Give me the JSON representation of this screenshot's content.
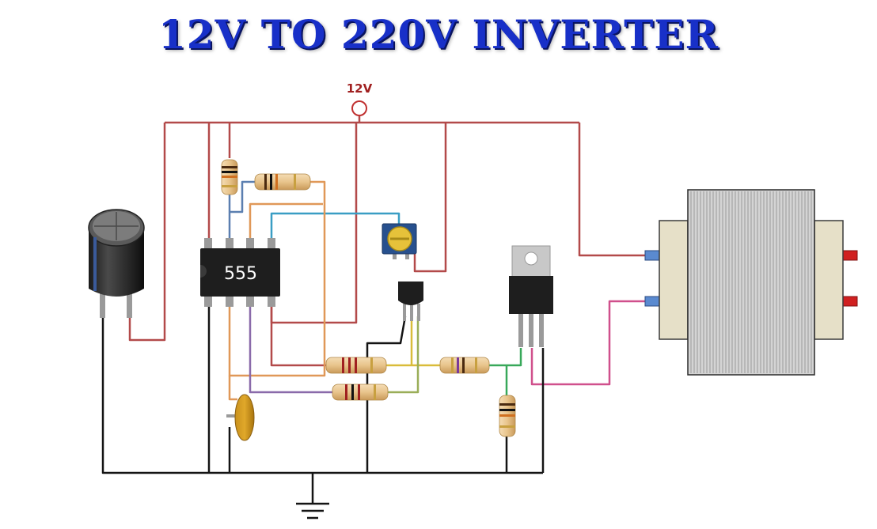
{
  "title": "12V TO 220V INVERTER",
  "supply_label": "12V",
  "ic_label": "555"
}
